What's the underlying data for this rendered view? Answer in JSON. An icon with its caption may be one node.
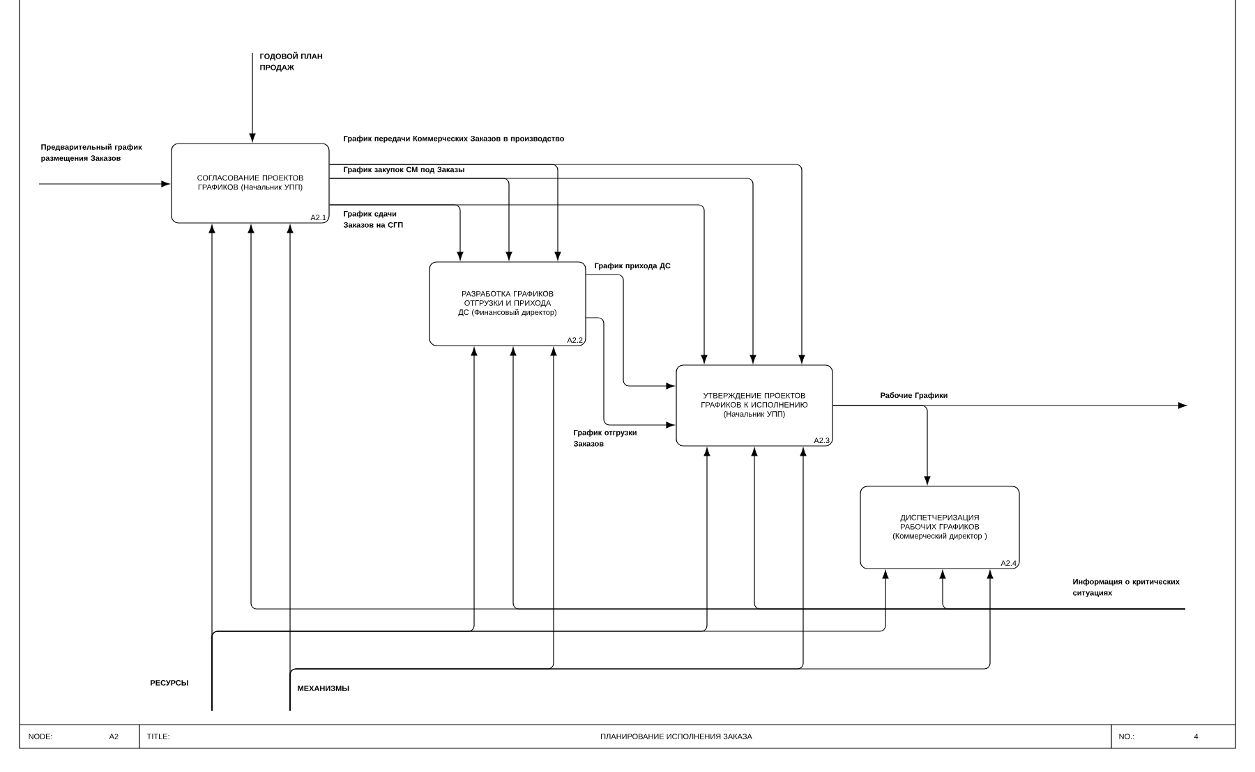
{
  "diagram": {
    "nodes": [
      {
        "text": [
          "СОГЛАСОВАНИЕ ПРОЕКТОВ ГРАФИКОВ (Начальник УПП)",
          "A2.1"
        ]
      },
      {
        "text": [
          "РАЗРАБОТКА ГРАФИКОВ ОТГРУЗКИ И ПРИХОДА ДС (Финансовый директор)",
          "A2.2"
        ]
      },
      {
        "text": [
          "УТВЕРЖДЕНИЕ ПРОЕКТОВ ГРАФИКОВ К ИСПОЛНЕНИЮ (Начальник УПП)",
          "A2.3"
        ]
      },
      {
        "text": [
          "ДИСПЕТЧЕРИЗАЦИЯ РАБОЧИХ ГРАФИКОВ (Коммерческий директор )",
          "A2.4"
        ]
      }
    ],
    "edges": [
      {
        "from": null,
        "to": 0,
        "arrow": "to",
        "label": "ГОДОВОЙ ПЛАН ПРОДАЖ"
      },
      {
        "from": null,
        "to": 0,
        "arrow": "to",
        "label": "Предварительный график размещения Заказов"
      },
      {
        "from": 0,
        "to": 2,
        "arrow": "to",
        "label": "График передачи Коммерческих Заказов в производство"
      },
      {
        "from": 0,
        "to": 1,
        "arrow": "to"
      },
      {
        "from": 0,
        "to": 2,
        "arrow": "to",
        "label": "График закупок СМ под Заказы"
      },
      {
        "from": 0,
        "to": 1,
        "arrow": "to"
      },
      {
        "from": 0,
        "to": 2,
        "arrow": "to",
        "label": "График сдачи Заказов на СГП"
      },
      {
        "from": 0,
        "to": 1,
        "arrow": "to"
      },
      {
        "from": 1,
        "to": 2,
        "arrow": "to",
        "label": "График прихода ДС"
      },
      {
        "from": 1,
        "to": 2,
        "arrow": "to",
        "label": "График отгрузки Заказов"
      },
      {
        "from": 2,
        "to": 3,
        "arrow": "to",
        "label": "Рабочие Графики"
      },
      {
        "from": 2,
        "to": null,
        "arrow": "to"
      },
      {
        "from": null,
        "to": 0,
        "arrow": "to",
        "label": "Информация о критических ситуациях"
      },
      {
        "from": null,
        "to": 1,
        "arrow": "to"
      },
      {
        "from": null,
        "to": 2,
        "arrow": "to"
      },
      {
        "from": null,
        "to": 3,
        "arrow": "to"
      },
      {
        "from": null,
        "to": 0,
        "arrow": "to",
        "label": "РЕСУРСЫ"
      },
      {
        "from": null,
        "to": 1,
        "arrow": "to"
      },
      {
        "from": null,
        "to": 2,
        "arrow": "to"
      },
      {
        "from": null,
        "to": 3,
        "arrow": "to"
      },
      {
        "from": null,
        "to": 0,
        "arrow": "to",
        "label": "МЕХАНИЗМЫ"
      },
      {
        "from": null,
        "to": 1,
        "arrow": "to"
      },
      {
        "from": null,
        "to": 2,
        "arrow": "to"
      },
      {
        "from": null,
        "to": 3,
        "arrow": "to"
      }
    ],
    "labels": [
      "NODE:",
      "A2",
      "TITLE:",
      "ПЛАНИРОВАНИЕ ИСПОЛНЕНИЯ ЗАКАЗА",
      "NO.:",
      "4"
    ]
  }
}
